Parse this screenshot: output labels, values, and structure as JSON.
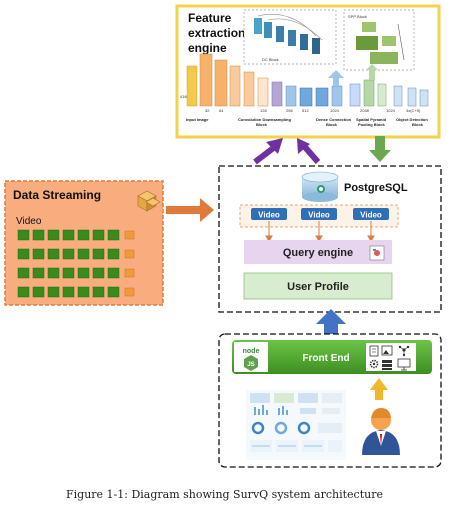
{
  "feature_block": {
    "title_line1": "Feature",
    "title_line2": "extraction",
    "title_line3": "engine",
    "dc_block_label": "DC Block",
    "spp_block_label": "SPP Block",
    "input_image_label": "Input Image",
    "conv_label_line1": "Convolution Downsampling",
    "conv_label_line2": "Block",
    "dense_label_line1": "Dense Connection",
    "dense_label_line2": "Block",
    "spatial_label_line1": "Spatial Pyramid",
    "spatial_label_line2": "Pooling Block",
    "object_label_line1": "Object Detection",
    "object_label_line2": "Block",
    "dims": [
      "416",
      "32",
      "64",
      "128",
      "256",
      "512",
      "1024",
      "2048",
      "1024",
      "3x(C+5)"
    ]
  },
  "data_streaming": {
    "title": "Data Streaming",
    "video_label": "Video",
    "grid_rows": 4,
    "grid_cols": 7
  },
  "database": {
    "label": "PostgreSQL",
    "video_tags": [
      "Video",
      "Video",
      "Video"
    ],
    "query_engine": "Query engine",
    "user_profile": "User Profile"
  },
  "frontend": {
    "label": "Front End",
    "node_logo_text": "node",
    "node_logo_js": "JS"
  },
  "caption": "Figure 1-1: Diagram showing SurvQ system architecture",
  "colors": {
    "feature_border": "#f3d34a",
    "stream_fill": "#f9ad7f",
    "stream_border": "#e07a3c",
    "video_box": "#3a8a1c",
    "frontend_green": "#4ea72c",
    "query_fill": "#e7d4ee",
    "profile_fill": "#d8ecd0",
    "purple_arrow": "#7030a0",
    "green_arrow": "#6aa84f",
    "blue_arrow": "#4472c4",
    "orange_arrow": "#e07a3c"
  },
  "icons": [
    "database-icon",
    "node-js-logo",
    "person-icon",
    "dashboard-icon",
    "document-icon",
    "image-icon",
    "network-icon",
    "gear-icon"
  ]
}
